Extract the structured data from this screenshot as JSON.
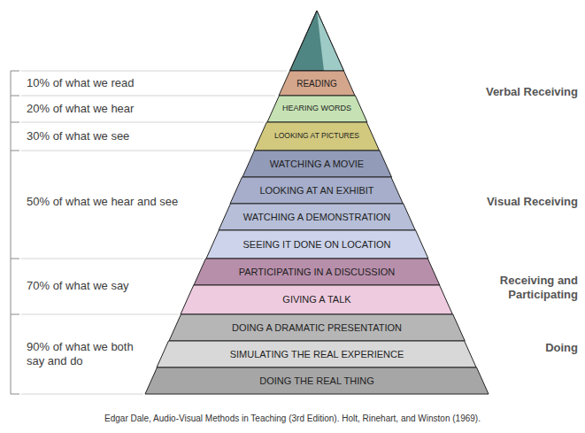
{
  "diagram": {
    "caption": "Edgar Dale, Audio-Visual Methods in Teaching (3rd Edition). Holt, Rinehart, and Winston (1969).",
    "nodes": [
      {
        "text": [
          "READING"
        ]
      },
      {
        "text": [
          "HEARING WORDS"
        ]
      },
      {
        "text": [
          "LOOKING AT PICTURES"
        ]
      },
      {
        "text": [
          "WATCHING A MOVIE"
        ]
      },
      {
        "text": [
          "LOOKING AT AN EXHIBIT"
        ]
      },
      {
        "text": [
          "WATCHING A DEMONSTRATION"
        ]
      },
      {
        "text": [
          "SEEING IT DONE ON LOCATION"
        ]
      },
      {
        "text": [
          "PARTICIPATING IN A DISCUSSION"
        ]
      },
      {
        "text": [
          "GIVING A TALK"
        ]
      },
      {
        "text": [
          "DOING A DRAMATIC PRESENTATION"
        ]
      },
      {
        "text": [
          "SIMULATING THE REAL EXPERIENCE"
        ]
      },
      {
        "text": [
          "DOING THE REAL THING"
        ]
      }
    ],
    "labels": [
      "10% of what we read",
      "20% of what we hear",
      "30% of what we see",
      "50% of what we hear and see",
      "70% of what we say",
      "90% of what we both say and do",
      "Verbal Receiving",
      "Visual Receiving",
      "Receiving and Participating",
      "Doing"
    ]
  }
}
